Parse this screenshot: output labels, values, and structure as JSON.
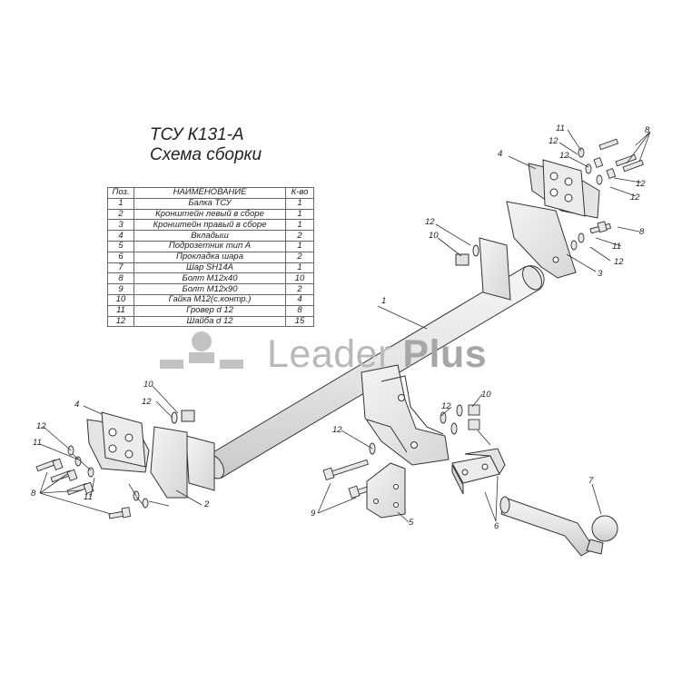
{
  "header": {
    "title_line1": "ТСУ К131-А",
    "title_line2": "Схема сборки"
  },
  "parts_table": {
    "headers": {
      "pos": "Поз.",
      "name": "НАИМЕНОВАНИЕ",
      "qty": "К-во"
    },
    "rows": [
      {
        "pos": "1",
        "name": "Балка ТСУ",
        "qty": "1"
      },
      {
        "pos": "2",
        "name": "Кронштейн левый в сборе",
        "qty": "1"
      },
      {
        "pos": "3",
        "name": "Кронштейн правый в сборе",
        "qty": "1"
      },
      {
        "pos": "4",
        "name": "Вкладыш",
        "qty": "2"
      },
      {
        "pos": "5",
        "name": "Подрозетник тип А",
        "qty": "1"
      },
      {
        "pos": "6",
        "name": "Прокладка шара",
        "qty": "2"
      },
      {
        "pos": "7",
        "name": "Шар SH14A",
        "qty": "1"
      },
      {
        "pos": "8",
        "name": "Болт М12х40",
        "qty": "10"
      },
      {
        "pos": "9",
        "name": "Болт М12х90",
        "qty": "2"
      },
      {
        "pos": "10",
        "name": "Гайка М12(с.контр.)",
        "qty": "4"
      },
      {
        "pos": "11",
        "name": "Гровер d 12",
        "qty": "8"
      },
      {
        "pos": "12",
        "name": "Шайба d 12",
        "qty": "15"
      }
    ]
  },
  "watermark": {
    "word1": "Leader",
    "word2": "Plus"
  },
  "callouts": [
    "1",
    "2",
    "3",
    "4",
    "4",
    "5",
    "6",
    "7",
    "8",
    "8",
    "8",
    "9",
    "10",
    "10",
    "10",
    "11",
    "11",
    "11",
    "11",
    "12",
    "12",
    "12",
    "12",
    "12",
    "12",
    "12",
    "12",
    "12",
    "12"
  ],
  "colors": {
    "line": "#333333",
    "part_fill": "#efefef",
    "part_shade": "#d2d2d2",
    "watermark": "#b9b9b9"
  }
}
